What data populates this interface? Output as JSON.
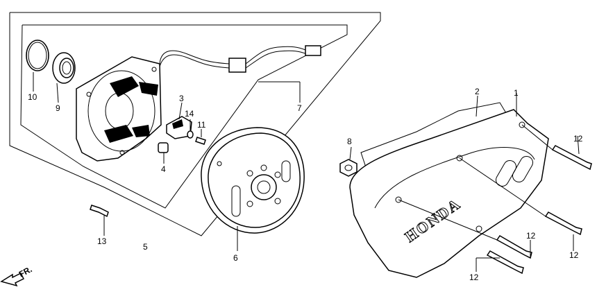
{
  "callouts": {
    "c1": "1",
    "c2": "2",
    "c3": "3",
    "c4": "4",
    "c5": "5",
    "c6": "6",
    "c7": "7",
    "c8": "8",
    "c9": "9",
    "c10": "10",
    "c11": "11",
    "c12a": "12",
    "c12b": "12",
    "c12c": "12",
    "c12d": "12",
    "c13": "13",
    "c14": "14"
  },
  "logo_text": "HONDA",
  "direction_label": "FR."
}
